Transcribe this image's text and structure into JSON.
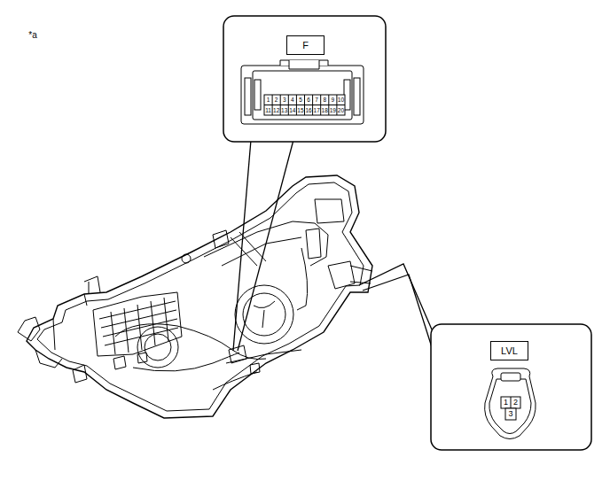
{
  "diagram": {
    "nodes": [
      {
        "text": [
          "F"
        ]
      },
      {
        "text": [
          "LVL"
        ]
      }
    ],
    "labels": [
      "*a",
      "1",
      "2",
      "3",
      "4",
      "5",
      "6",
      "7",
      "8",
      "9",
      "10",
      "11",
      "12",
      "13",
      "14",
      "15",
      "16",
      "17",
      "18",
      "19",
      "20",
      "1",
      "2",
      "3"
    ]
  }
}
